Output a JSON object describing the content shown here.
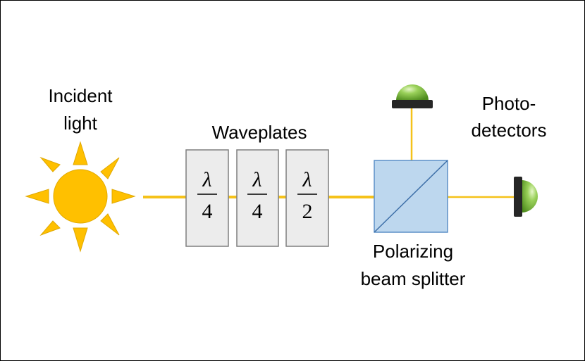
{
  "labels": {
    "incident_line1": "Incident",
    "incident_line2": "light",
    "waveplates": "Waveplates",
    "photo_line1": "Photo-",
    "photo_line2": "detectors",
    "pbs_line1": "Polarizing",
    "pbs_line2": "beam splitter"
  },
  "waveplates": [
    {
      "numerator": "λ",
      "denominator": "4"
    },
    {
      "numerator": "λ",
      "denominator": "4"
    },
    {
      "numerator": "λ",
      "denominator": "2"
    }
  ],
  "colors": {
    "beam": "#f5c21a",
    "sun": "#ffc000",
    "sun_stroke": "#e0a800",
    "waveplate_fill": "#ececec",
    "waveplate_stroke": "#7f7f7f",
    "splitter_fill": "#bdd7ee",
    "splitter_stroke": "#5b8fc7",
    "detector_green": "#6aa62c",
    "detector_base": "#262626"
  },
  "icons": {
    "source": "sun-icon",
    "detector": "photodetector-icon"
  }
}
